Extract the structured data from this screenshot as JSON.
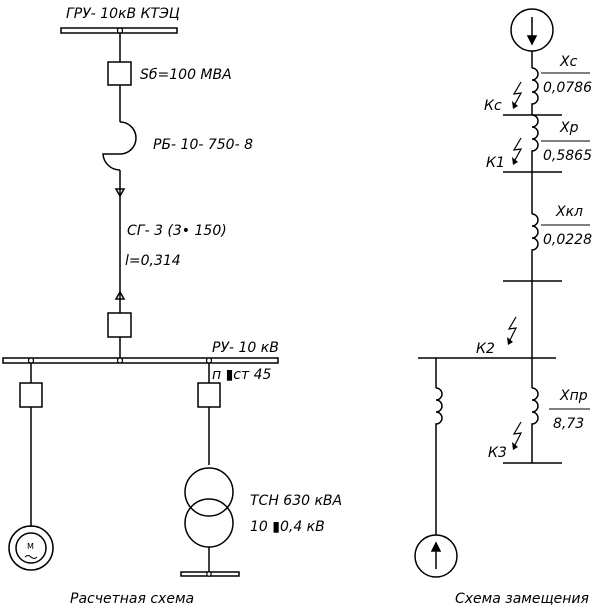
{
  "calc_scheme": {
    "caption": "Расчетная схема",
    "source_bus": "ГРУ- 10кВ КТЭЦ",
    "system_power": "Sб=100 МВА",
    "reactor": "РБ- 10- 750- 8",
    "cable_type": "СГ- 3 (3• 150)",
    "cable_length": "l=0,314",
    "bus": "РУ- 10 кВ",
    "bus_note": "п ▮ст 45",
    "transformer": "ТСН 630 кВА",
    "transformer_voltage": "10 ▮0,4 кВ",
    "motor_symbol": "М"
  },
  "equiv_scheme": {
    "caption": "Схема замещения",
    "elements": [
      {
        "name": "Xс",
        "value": "0,0786"
      },
      {
        "name": "Xр",
        "value": "0,5865"
      },
      {
        "name": "Xкл",
        "value": "0,0228"
      },
      {
        "name": "Xпр",
        "value": "8,73"
      }
    ],
    "faults": [
      "Кс",
      "К1",
      "К2",
      "К3"
    ]
  }
}
